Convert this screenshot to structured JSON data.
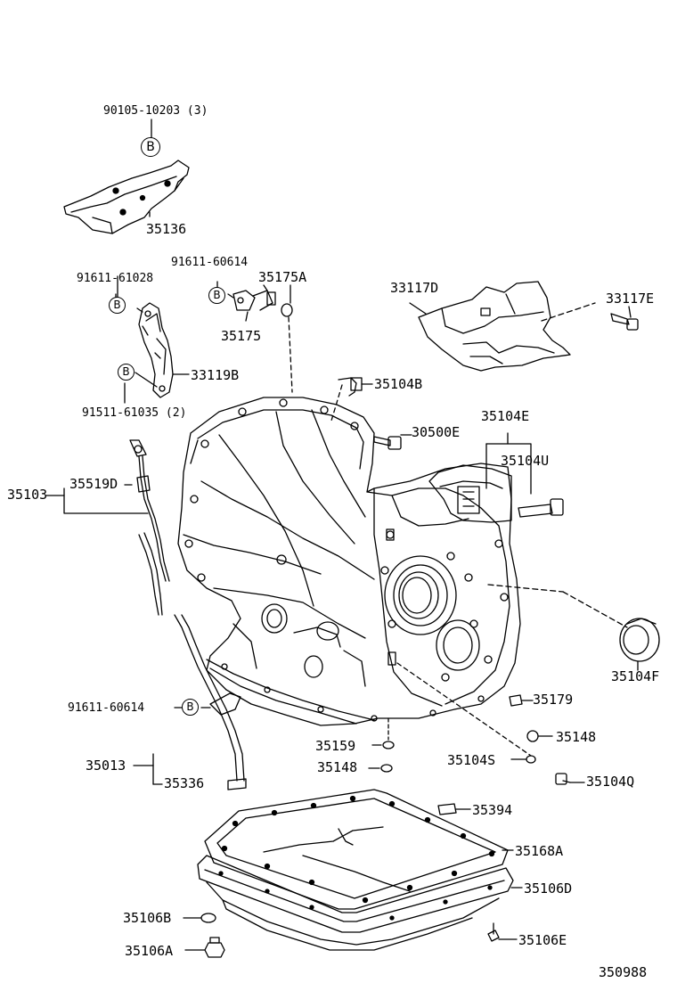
{
  "badge_letter": "B",
  "labels": {
    "p90105": "90105-10203 (3)",
    "p35136": "35136",
    "p91611_60614_top": "91611-60614",
    "p35175A": "35175A",
    "p35175": "35175",
    "p91611_61028": "91611-61028",
    "p33119B": "33119B",
    "p91511": "91511-61035 (2)",
    "p33117D": "33117D",
    "p33117E": "33117E",
    "p35104B": "35104B",
    "p30500E": "30500E",
    "p35104E": "35104E",
    "p35104U": "35104U",
    "p35103": "35103",
    "p35519D": "35519D",
    "p35104F": "35104F",
    "p91611_60614_mid": "91611-60614",
    "p35179": "35179",
    "p35148_a": "35148",
    "p35159": "35159",
    "p35148_b": "35148",
    "p35104S": "35104S",
    "p35104Q": "35104Q",
    "p35013": "35013",
    "p35336": "35336",
    "p35394": "35394",
    "p35168A": "35168A",
    "p35106D": "35106D",
    "p35106B": "35106B",
    "p35106E": "35106E",
    "p35106A": "35106A",
    "diagram_id": "350988"
  }
}
